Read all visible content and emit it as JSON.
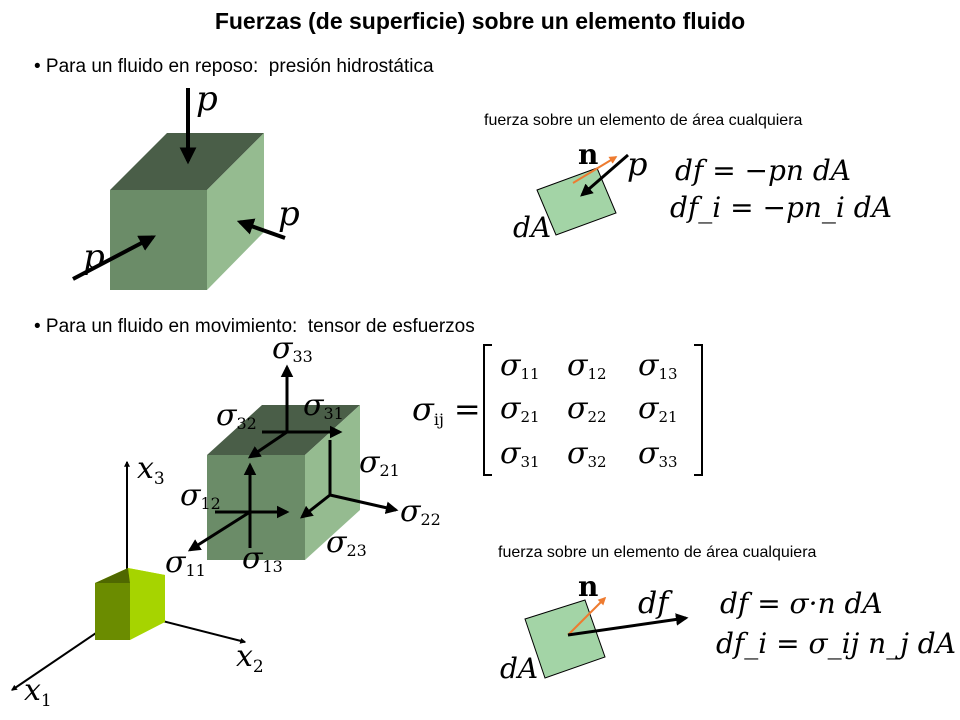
{
  "title": "Fuerzas (de superficie) sobre un elemento fluido",
  "section_rest": {
    "bullet": "• Para un fluido en reposo:  presión hidrostática",
    "pressure_label": "p",
    "caption": "fuerza sobre un elemento de área cualquiera",
    "normal_label": "n",
    "area_label": "dA",
    "eq1": "df = −pn dA",
    "eq2": "df_i = −pn_i dA"
  },
  "section_motion": {
    "bullet": "• Para un fluido en movimiento:  tensor de esfuerzos",
    "sigma": "σ",
    "stress_labels": {
      "s33": "33",
      "s31": "31",
      "s32": "32",
      "s21": "21",
      "s12": "12",
      "s22": "22",
      "s23": "23",
      "s11": "11",
      "s13": "13"
    },
    "axes": {
      "x1": "1",
      "x2": "2",
      "x3": "3",
      "x": "x"
    },
    "tensor_lhs_sub": "ij",
    "matrix": [
      [
        "11",
        "12",
        "13"
      ],
      [
        "21",
        "22",
        "21"
      ],
      [
        "31",
        "32",
        "33"
      ]
    ],
    "caption": "fuerza sobre un elemento de área cualquiera",
    "normal_label": "n",
    "area_label": "dA",
    "force_label": "df",
    "eq1": "df = σ·n dA",
    "eq2": "df_i = σ_ij n_j dA"
  },
  "colors": {
    "cube_front": "#6b8c68",
    "cube_top": "#4a5e48",
    "cube_side": "#95bb90",
    "element": "#a3d4a6",
    "normal_arrow": "#ee7b30",
    "mini_front": "#a6d400",
    "mini_top": "#bff000",
    "mini_side": "#628000"
  }
}
